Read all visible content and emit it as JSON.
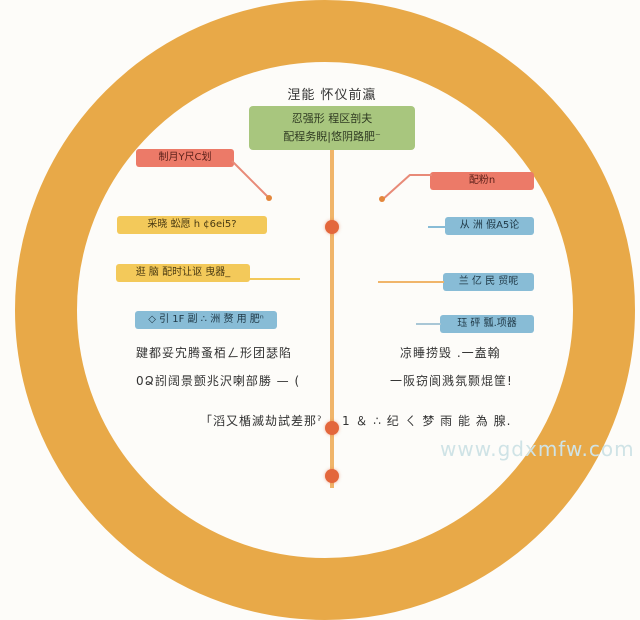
{
  "diagram": {
    "title": "涅能 怀仪前瀛",
    "center_box": {
      "line1": "忍强形 程区剖夫",
      "line2": "配程务睨|悠阴路肥⁻"
    },
    "left_tags": [
      {
        "label": "制月Y尺C划",
        "color": "#ec7a68"
      },
      {
        "label": "采晓 蚣愿 h ¢6ei5?",
        "color": "#f3c95a"
      },
      {
        "label": "逛 脑 配时让讴 曳器_",
        "color": "#f3c95a"
      },
      {
        "label": "◇ 引 1F 副 ∴ 洲 赘 用 肥ⁿ",
        "color": "#88bcd6"
      }
    ],
    "right_tags": [
      {
        "label": "配粉n",
        "color": "#ec7a68"
      },
      {
        "label": "从 洲 假A5论",
        "color": "#88bcd6"
      },
      {
        "label": "兰 亿 民 贸呢",
        "color": "#88bcd6"
      },
      {
        "label": "珏 砰 瓢.项器",
        "color": "#88bcd6"
      }
    ],
    "body_left": [
      "踺都妥宄腾蚤栢ㄥ形团瑟陷",
      "0Ձ訠阔景颤兆沢喇部勝 — ("
    ],
    "body_right": [
      "凉睡捞毁 .一盍翰",
      "一阪窃阆溅氛颢焜筐!"
    ],
    "bottom_text": {
      "left": "「滔又楯滅劫試差那ˀ",
      "right": "1 ＆ ∴ 纪 ㄑ 梦 雨 能 為 腺."
    }
  },
  "watermark": "www.gdxmfw.com",
  "colors": {
    "ring": "#e8a948",
    "spine": "#f0b56a",
    "node": "#e3673c",
    "center_box": "#a8c67e",
    "red_tag": "#ec7a68",
    "yellow_tag": "#f3c95a",
    "blue_tag": "#88bcd6"
  }
}
